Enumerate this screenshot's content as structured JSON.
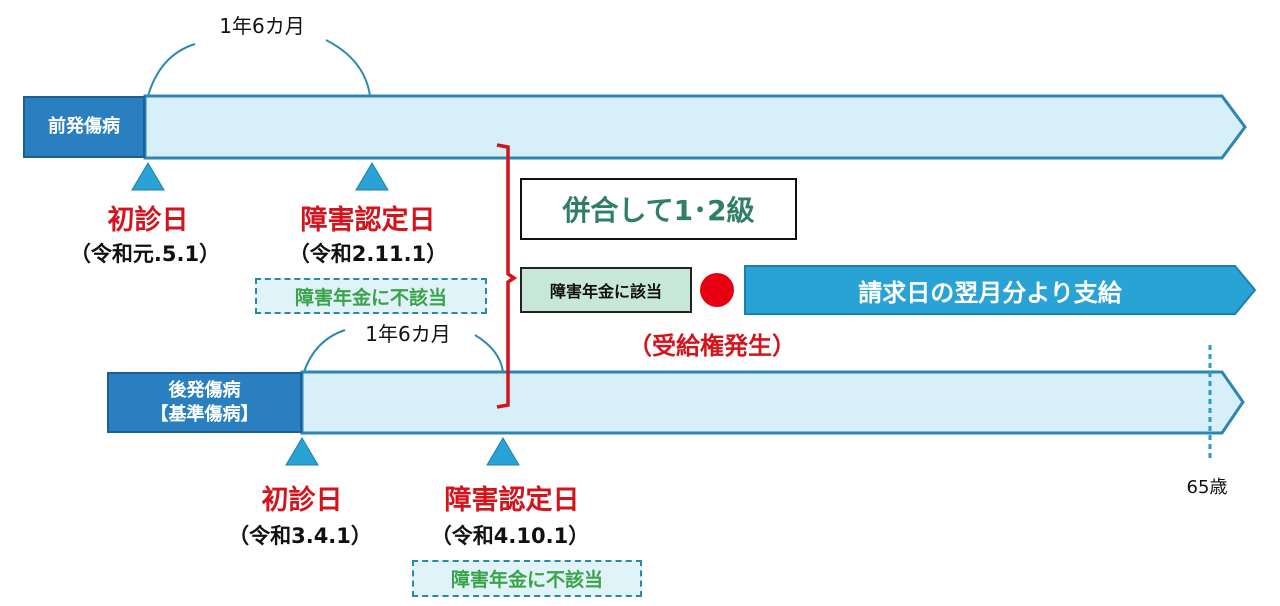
{
  "prior": {
    "label": "前発傷病",
    "span": "1年6カ月",
    "first_visit": "初診日",
    "first_visit_date": "（令和元.5.1）",
    "cert_day": "障害認定日",
    "cert_date": "（令和2.11.1）",
    "status": "障害年金に不該当"
  },
  "later": {
    "label_line1": "後発傷病",
    "label_line2": "【基準傷病】",
    "span": "1年6カ月",
    "first_visit": "初診日",
    "first_visit_date": "（令和3.4.1）",
    "cert_day": "障害認定日",
    "cert_date": "（令和4.10.1）",
    "status": "障害年金に不該当"
  },
  "combined": {
    "title": "併合して1･2級",
    "eligible": "障害年金に該当",
    "right_arises": "（受給権発生）",
    "payment": "請求日の翌月分より支給"
  },
  "age_marker": "65歳",
  "colors": {
    "bar": "#d6eff8",
    "bar_border": "#2e86b0",
    "label": "#2a7fc1",
    "red": "#d4141c",
    "payment": "#29a3d6",
    "green": "#3aa34a"
  }
}
